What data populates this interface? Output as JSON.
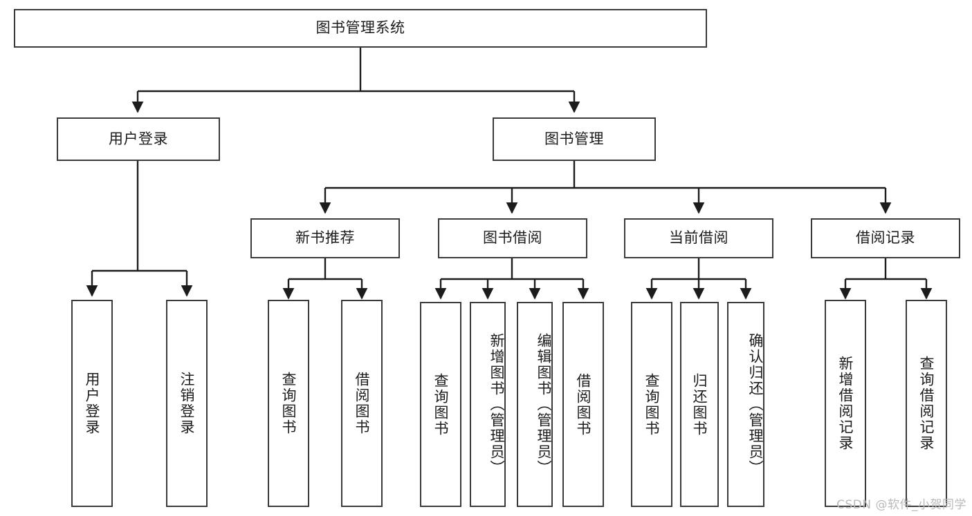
{
  "diagram": {
    "type": "tree",
    "title": "图书管理系统",
    "orientation": "top-down",
    "watermark": "CSDN @软件_小贺同学",
    "colors": {
      "box_border": "#3a3a3a",
      "box_fill": "#ffffff",
      "line": "#1c1c1c",
      "text": "#1c1c1c",
      "watermark": "#b9b9b9"
    },
    "root": {
      "label": "图书管理系统"
    },
    "level1": [
      {
        "label": "用户登录"
      },
      {
        "label": "图书管理"
      }
    ],
    "level2": [
      {
        "label": "新书推荐"
      },
      {
        "label": "图书借阅"
      },
      {
        "label": "当前借阅"
      },
      {
        "label": "借阅记录"
      }
    ],
    "leaves": {
      "user_login": [
        {
          "label": "用户登录"
        },
        {
          "label": "注销登录"
        }
      ],
      "new_book_recommend": [
        {
          "label": "查询图书"
        },
        {
          "label": "借阅图书"
        }
      ],
      "book_borrow": [
        {
          "label": "查询图书"
        },
        {
          "label": "新增图书（管理员）"
        },
        {
          "label": "编辑图书（管理员）"
        },
        {
          "label": "借阅图书"
        }
      ],
      "current_borrow": [
        {
          "label": "查询图书"
        },
        {
          "label": "归还图书"
        },
        {
          "label": "确认归还（管理员）"
        }
      ],
      "borrow_records": [
        {
          "label": "新增借阅记录"
        },
        {
          "label": "查询借阅记录"
        }
      ]
    }
  }
}
